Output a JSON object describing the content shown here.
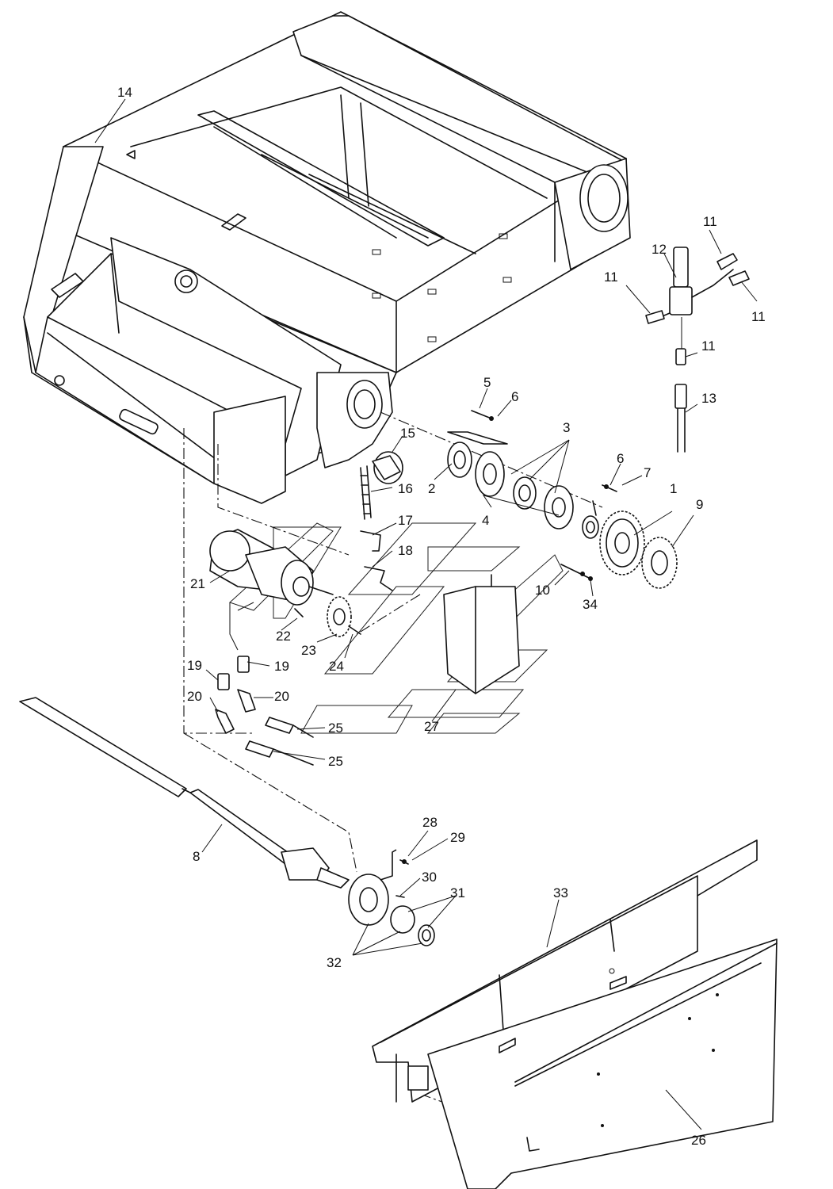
{
  "diagram": {
    "callouts": [
      {
        "id": "1",
        "text": "1"
      },
      {
        "id": "2",
        "text": "2"
      },
      {
        "id": "3",
        "text": "3"
      },
      {
        "id": "4",
        "text": "4"
      },
      {
        "id": "5",
        "text": "5"
      },
      {
        "id": "6a",
        "text": "6"
      },
      {
        "id": "6b",
        "text": "6"
      },
      {
        "id": "7",
        "text": "7"
      },
      {
        "id": "8",
        "text": "8"
      },
      {
        "id": "9",
        "text": "9"
      },
      {
        "id": "10",
        "text": "10"
      },
      {
        "id": "11a",
        "text": "11"
      },
      {
        "id": "11b",
        "text": "11"
      },
      {
        "id": "11c",
        "text": "11"
      },
      {
        "id": "11d",
        "text": "11"
      },
      {
        "id": "12",
        "text": "12"
      },
      {
        "id": "13",
        "text": "13"
      },
      {
        "id": "14",
        "text": "14"
      },
      {
        "id": "15",
        "text": "15"
      },
      {
        "id": "16",
        "text": "16"
      },
      {
        "id": "17",
        "text": "17"
      },
      {
        "id": "18",
        "text": "18"
      },
      {
        "id": "19a",
        "text": "19"
      },
      {
        "id": "19b",
        "text": "19"
      },
      {
        "id": "20a",
        "text": "20"
      },
      {
        "id": "20b",
        "text": "20"
      },
      {
        "id": "21",
        "text": "21"
      },
      {
        "id": "22",
        "text": "22"
      },
      {
        "id": "23",
        "text": "23"
      },
      {
        "id": "24",
        "text": "24"
      },
      {
        "id": "25a",
        "text": "25"
      },
      {
        "id": "25b",
        "text": "25"
      },
      {
        "id": "26",
        "text": "26"
      },
      {
        "id": "27",
        "text": "27"
      },
      {
        "id": "28",
        "text": "28"
      },
      {
        "id": "29",
        "text": "29"
      },
      {
        "id": "30",
        "text": "30"
      },
      {
        "id": "31",
        "text": "31"
      },
      {
        "id": "32",
        "text": "32"
      },
      {
        "id": "33",
        "text": "33"
      },
      {
        "id": "34",
        "text": "34"
      }
    ]
  }
}
